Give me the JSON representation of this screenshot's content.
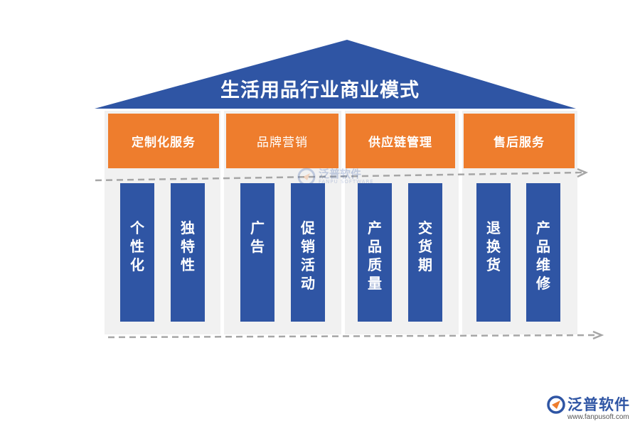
{
  "title": "生活用品行业商业模式",
  "colors": {
    "roof": "#2f55a4",
    "header": "#ee7d2d",
    "pillar": "#2f55a4",
    "panel": "#f1f1f1",
    "arrow": "#a6a6a6"
  },
  "sections": [
    {
      "header": "定制化服务",
      "pillars": [
        "个性化",
        "独特性"
      ]
    },
    {
      "header": "品牌营销",
      "pillars": [
        "广告",
        "促销活动"
      ]
    },
    {
      "header": "供应链管理",
      "pillars": [
        "产品质量",
        "交货期"
      ]
    },
    {
      "header": "售后服务",
      "pillars": [
        "退换货",
        "产品维修"
      ]
    }
  ],
  "watermark": {
    "name": "泛普软件",
    "sub": "FANPU SOFTWARE"
  },
  "logo": {
    "name": "泛普软件",
    "url": "www.fanpusoft.com",
    "icon": "fanpu-logo-icon"
  }
}
